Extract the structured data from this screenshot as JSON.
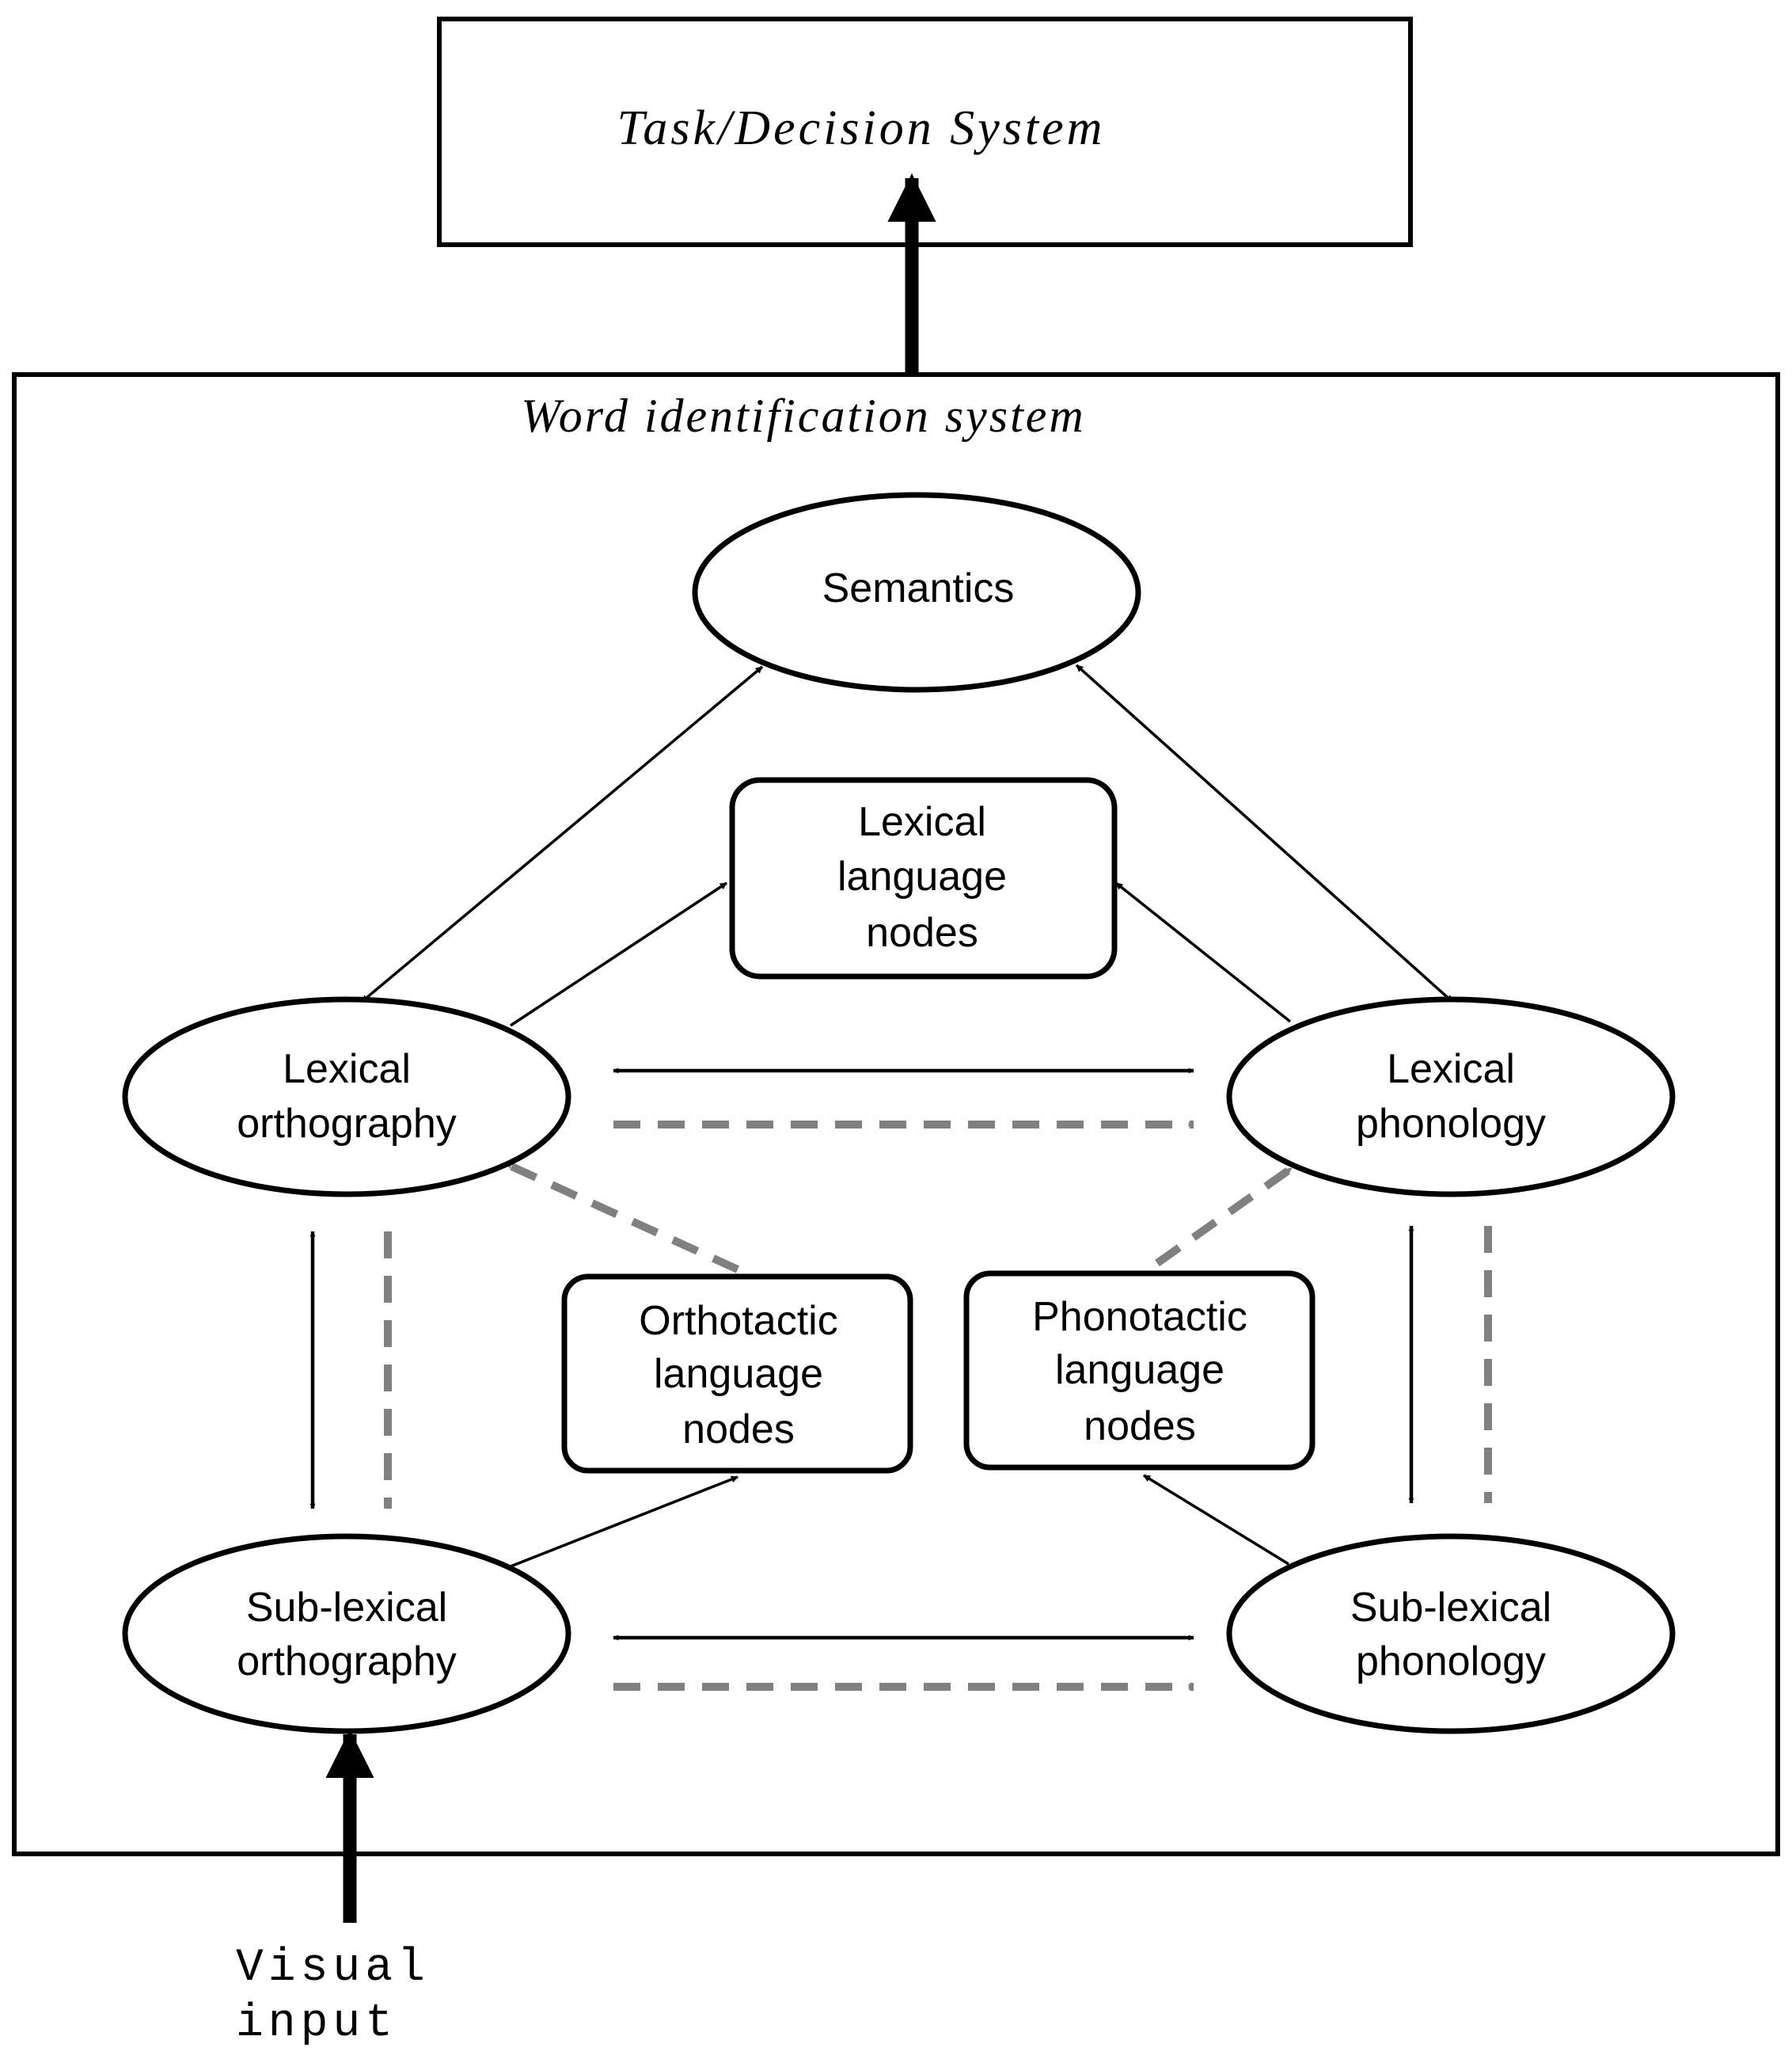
{
  "task_system": {
    "title": "Task/Decision System"
  },
  "word_system": {
    "title": "Word identification system"
  },
  "nodes": {
    "semantics": {
      "label": "Semantics"
    },
    "lexical_language_nodes": {
      "lines": [
        "Lexical",
        "language",
        "nodes"
      ]
    },
    "lexical_orthography": {
      "lines": [
        "Lexical",
        "orthography"
      ]
    },
    "lexical_phonology": {
      "lines": [
        "Lexical",
        "phonology"
      ]
    },
    "orthotactic_language_nodes": {
      "lines": [
        "Orthotactic",
        "language",
        "nodes"
      ]
    },
    "phonotactic_language_nodes": {
      "lines": [
        "Phonotactic",
        "language",
        "nodes"
      ]
    },
    "sublexical_orthography": {
      "lines": [
        "Sub-lexical",
        "orthography"
      ]
    },
    "sublexical_phonology": {
      "lines": [
        "Sub-lexical",
        "phonology"
      ]
    }
  },
  "input": {
    "lines": [
      "Visual",
      "input"
    ]
  },
  "colors": {
    "solid": "#000000",
    "dashed": "#808080"
  }
}
